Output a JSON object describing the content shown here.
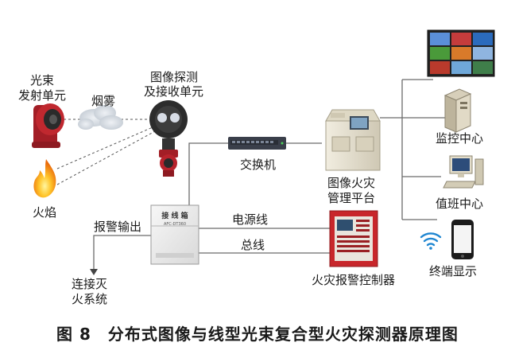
{
  "diagram": {
    "labels": {
      "beam_emitter": [
        "光束",
        "发射单元"
      ],
      "smoke": "烟雾",
      "flame": "火焰",
      "image_detector": [
        "图像探测",
        "及接收单元"
      ],
      "switch": "交换机",
      "image_platform": [
        "图像火灾",
        "管理平台"
      ],
      "monitor_center": "监控中心",
      "duty_center": "值班中心",
      "terminal_display": "终端显示",
      "power_line": "电源线",
      "bus_line": "总线",
      "alarm_output": "报警输出",
      "linkage_system": [
        "连接灭",
        "火系统"
      ],
      "fire_controller": "火灾报警控制器",
      "junction_box_title": "接 线 箱",
      "junction_box_model": "AFC-DT360"
    },
    "caption": "图 8　分布式图像与线型光束复合型火灾探测器原理图",
    "colors": {
      "line": "#6b6b6b",
      "controller_red": "#c8262b",
      "emitter_red": "#b8232c",
      "flame_orange": "#f29418",
      "wifi_blue": "#1f86d1",
      "box_grey": "#e9e9e9"
    }
  }
}
